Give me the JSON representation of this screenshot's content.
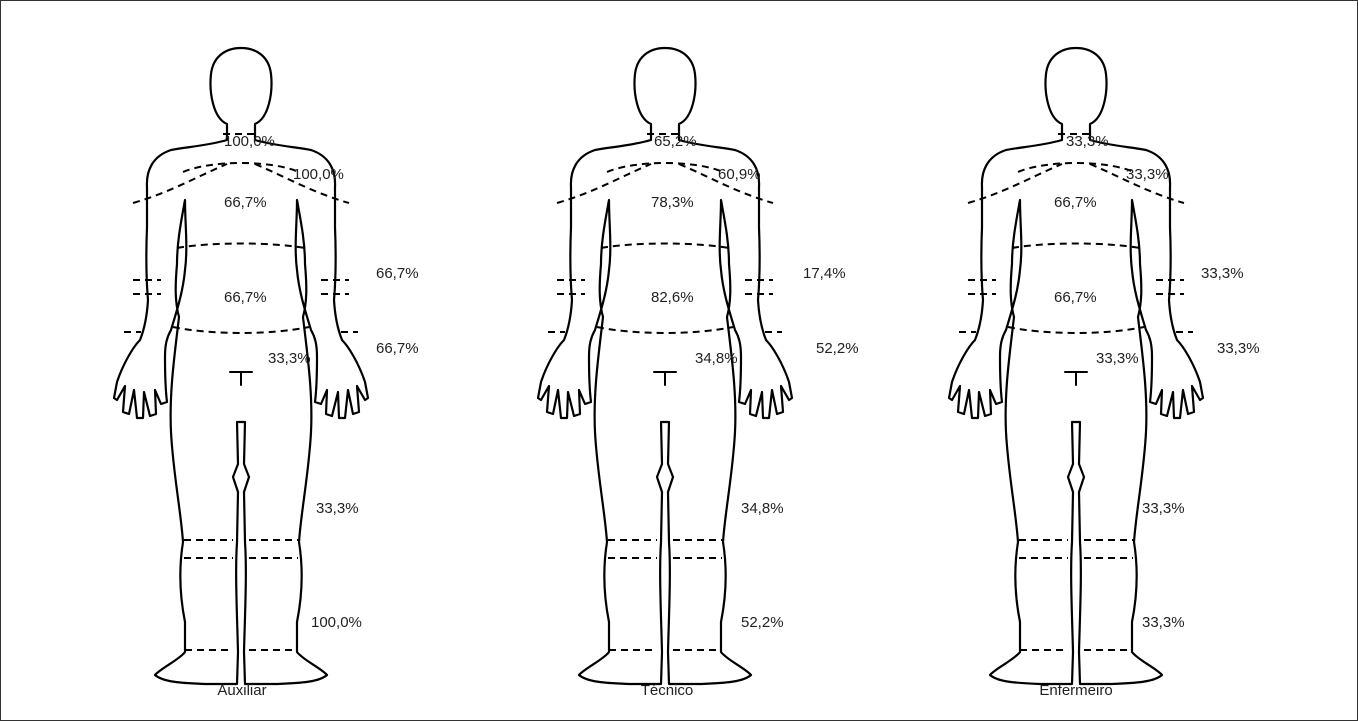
{
  "figures": [
    {
      "label": "Auxiliar",
      "regions": {
        "neck": "100,0%",
        "shoulder": "100,0%",
        "upper_back": "66,7%",
        "elbow": "66,7%",
        "lower_back": "66,7%",
        "wrist": "66,7%",
        "hip": "33,3%",
        "knee": "33,3%",
        "ankle": "100,0%"
      }
    },
    {
      "label": "Técnico",
      "regions": {
        "neck": "65,2%",
        "shoulder": "60,9%",
        "upper_back": "78,3%",
        "elbow": "17,4%",
        "lower_back": "82,6%",
        "wrist": "52,2%",
        "hip": "34,8%",
        "knee": "34,8%",
        "ankle": "52,2%"
      }
    },
    {
      "label": "Enfermeiro",
      "regions": {
        "neck": "33,3%",
        "shoulder": "33,3%",
        "upper_back": "66,7%",
        "elbow": "33,3%",
        "lower_back": "66,7%",
        "wrist": "33,3%",
        "hip": "33,3%",
        "knee": "33,3%",
        "ankle": "33,3%"
      }
    }
  ]
}
